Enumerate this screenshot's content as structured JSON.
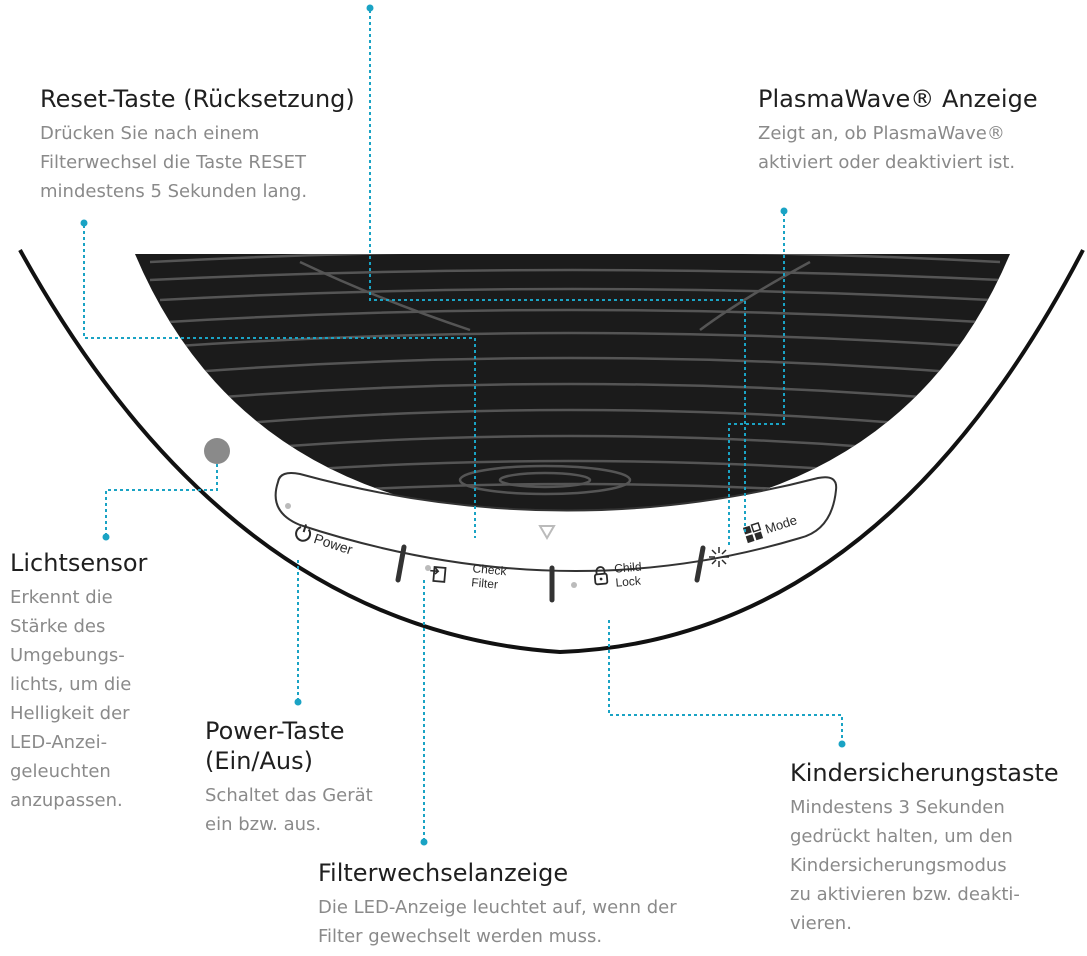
{
  "callouts": {
    "reset": {
      "title": "Reset-Taste (Rücksetzung)",
      "description": "Drücken Sie nach einem\nFilterwechsel die Taste RESET\nmindestens 5 Sekunden lang."
    },
    "plasmawave": {
      "title": "PlasmaWave® Anzeige",
      "description": "Zeigt an, ob PlasmaWave®\naktiviert oder deaktiviert ist."
    },
    "light_sensor": {
      "title": "Lichtsensor",
      "description": "Erkennt die\nStärke des\nUmgebungs-\nlichts, um die\nHelligkeit der\nLED-Anzei-\ngeleuchten\nanzupassen."
    },
    "power": {
      "title": "Power-Taste\n(Ein/Aus)",
      "description": "Schaltet das Gerät\nein bzw. aus."
    },
    "filter": {
      "title": "Filterwechselanzeige",
      "description": "Die LED-Anzeige leuchtet auf, wenn der\nFilter gewechselt werden muss."
    },
    "child_lock": {
      "title": "Kindersicherungstaste",
      "description": "Mindestens 3 Sekunden\ngedrückt halten, um den\nKindersicherungsmodus\nzu aktivieren bzw. deakti-\nvieren."
    }
  },
  "panel": {
    "power_label": "Power",
    "check_label": "Check",
    "filter_label": "Filter",
    "child_label": "Child",
    "lock_label": "Lock",
    "mode_label": "Mode"
  },
  "colors": {
    "leader": "#1aa3c4",
    "grille": "#1b1b1b",
    "sensor": "#8a8a8a"
  },
  "icons": [
    "power-icon",
    "filter-icon",
    "lock-icon",
    "plasmawave-icon",
    "mode-icon",
    "triangle-down-icon"
  ]
}
